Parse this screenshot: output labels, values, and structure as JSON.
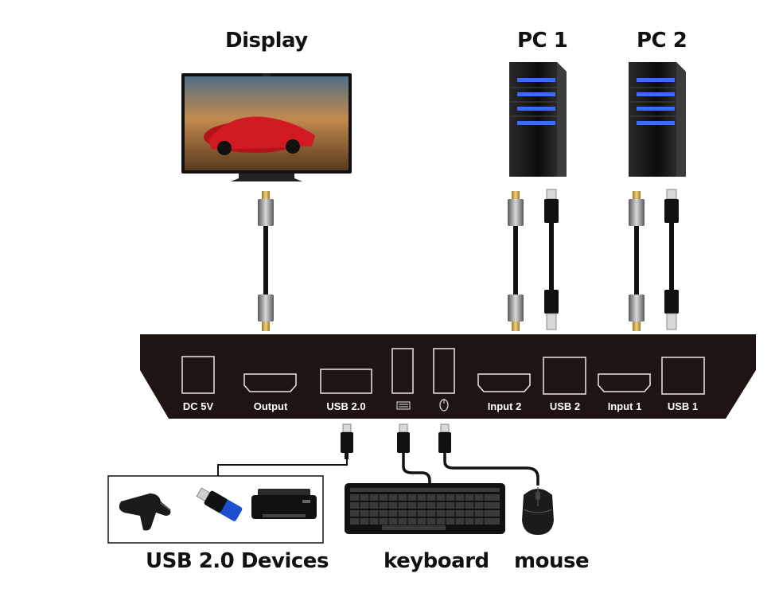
{
  "labels": {
    "display": "Display",
    "pc1": "PC 1",
    "pc2": "PC 2",
    "usb_devices": "USB 2.0 Devices",
    "keyboard": "keyboard",
    "mouse": "mouse"
  },
  "ports": {
    "dc5v": "DC 5V",
    "output": "Output",
    "usb20": "USB 2.0",
    "input2": "Input 2",
    "usb2": "USB 2",
    "input1": "Input 1",
    "usb1": "USB 1"
  },
  "icons": {
    "keyboard_port": "keyboard-icon",
    "mouse_port": "mouse-icon"
  },
  "colors": {
    "device_body": "#1e1412",
    "pc_led": "#3a6cff",
    "hdmi_plug": "#8a8a8a",
    "cable": "#111111"
  }
}
